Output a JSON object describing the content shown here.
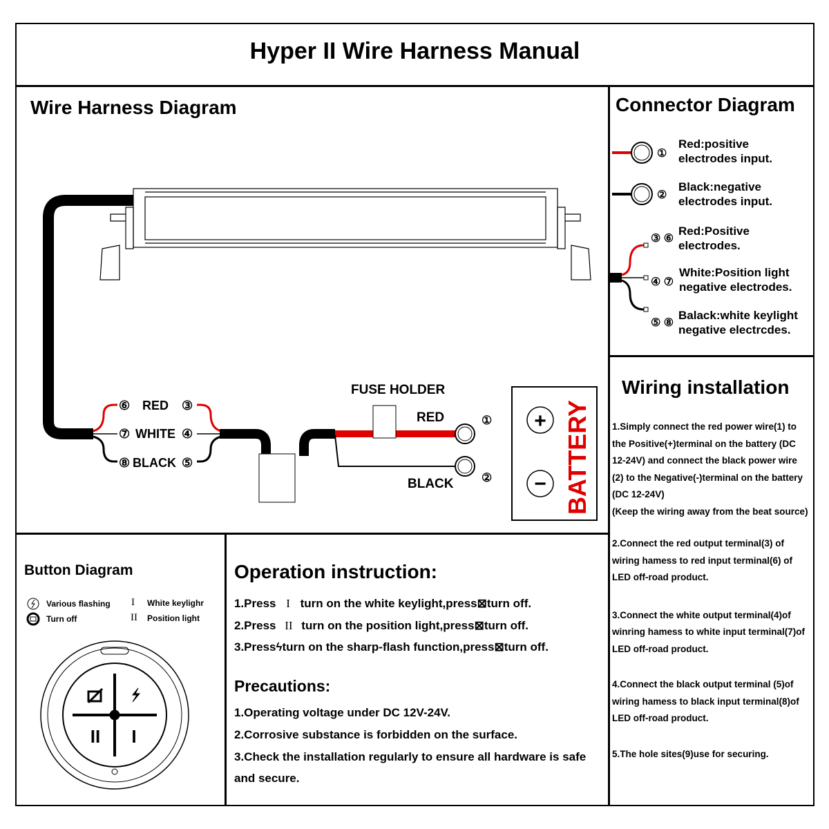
{
  "title": "Hyper II Wire Harness Manual",
  "harness": {
    "title": "Wire Harness Diagram",
    "fuse_holder": "FUSE HOLDER",
    "red": "RED",
    "black": "BLACK",
    "battery": "BATTERY",
    "plus": "+",
    "minus": "−",
    "left_labels": [
      {
        "num": "⑥",
        "text": "RED",
        "num2": "③"
      },
      {
        "num": "⑦",
        "text": "WHITE",
        "num2": "④"
      },
      {
        "num": "⑧",
        "text": "BLACK",
        "num2": "⑤"
      }
    ],
    "n1": "①",
    "n2": "②"
  },
  "connector": {
    "title": "Connector Diagram",
    "items": [
      {
        "nums": "①",
        "line1": "Red:positive",
        "line2": "electrodes input."
      },
      {
        "nums": "②",
        "line1": "Black:negative",
        "line2": "electrodes input."
      },
      {
        "nums": "③ ⑥",
        "line1": "Red:Positive",
        "line2": "electrodes."
      },
      {
        "nums": "④ ⑦",
        "line1": "White:Position light",
        "line2": "negative electrodes."
      },
      {
        "nums": "⑤ ⑧",
        "line1": "Balack:white keylight",
        "line2": "negative electrcdes."
      }
    ],
    "colors": {
      "red": "#e00000",
      "black": "#000000"
    }
  },
  "wiring": {
    "title": "Wiring installation",
    "steps": [
      [
        "1.Simply connect the red power wire(1) to",
        "the Positive(+)terminal on the battery (DC",
        "12-24V) and connect the black power wire",
        "(2) to the Negative(-)terminal on the battery",
        "(DC 12-24V)",
        "(Keep the wiring away from the beat source)"
      ],
      [
        "2.Connect the red output terminal(3) of",
        "wiring hamess to red input terminal(6) of",
        "LED off-road product."
      ],
      [
        "3.Connect the white output terminal(4)of",
        "winring hamess to white input terminal(7)of",
        "LED off-road product."
      ],
      [
        "4.Connect the black output terminal (5)of",
        "wiring hamess to black input terminal(8)of",
        "LED off-road product."
      ],
      [
        "5.The hole sites(9)use for securing."
      ]
    ]
  },
  "button": {
    "title": "Button Diagram",
    "legend": [
      {
        "icon": "flash-icon",
        "label": "Various flashing"
      },
      {
        "icon": "off-icon",
        "label": "Turn off"
      },
      {
        "icon": "I",
        "label": "White keylighr"
      },
      {
        "icon": "II",
        "label": "Position light"
      }
    ],
    "sym_I": "I",
    "sym_II": "II"
  },
  "operation": {
    "title": "Operation instruction:",
    "steps": [
      {
        "pre": "1.Press",
        "sym": "I",
        "mid": "turn on the white keylight,press",
        "post": "turn off."
      },
      {
        "pre": "2.Press",
        "sym": "II",
        "mid": "turn on the position light,press",
        "post": "turn off."
      },
      {
        "pre": "3.Press",
        "sym": "",
        "mid": "turn on the sharp-flash function,press",
        "post": "turn off."
      }
    ],
    "precautions_title": "Precautions:",
    "precautions": [
      "1.Operating voltage under DC 12V-24V.",
      "2.Corrosive substance is forbidden on the surface.",
      "3.Check the installation regularly to ensure all hardware is safe",
      "and secure."
    ]
  }
}
